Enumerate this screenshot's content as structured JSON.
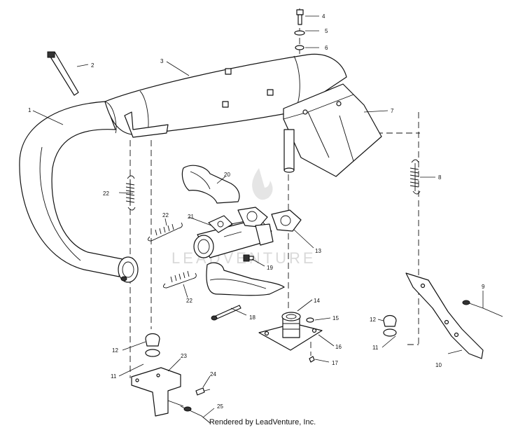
{
  "watermark": {
    "text": "LEADVENTURE"
  },
  "footer": {
    "text": "Rendered by LeadVenture, Inc."
  },
  "callouts": {
    "c1": "1",
    "c2": "2",
    "c3": "3",
    "c4": "4",
    "c5": "5",
    "c6": "6",
    "c7": "7",
    "c8": "8",
    "c9": "9",
    "c10": "10",
    "c11a": "11",
    "c11b": "11",
    "c12a": "12",
    "c12b": "12",
    "c13": "13",
    "c14": "14",
    "c15": "15",
    "c16": "16",
    "c17": "17",
    "c18": "18",
    "c19": "19",
    "c20": "20",
    "c21": "21",
    "c22a": "22",
    "c22b": "22",
    "c22c": "22",
    "c23": "23",
    "c24": "24",
    "c25": "25"
  },
  "colors": {
    "line": "#111111",
    "background": "#ffffff",
    "watermark": "#bbbbbb"
  }
}
